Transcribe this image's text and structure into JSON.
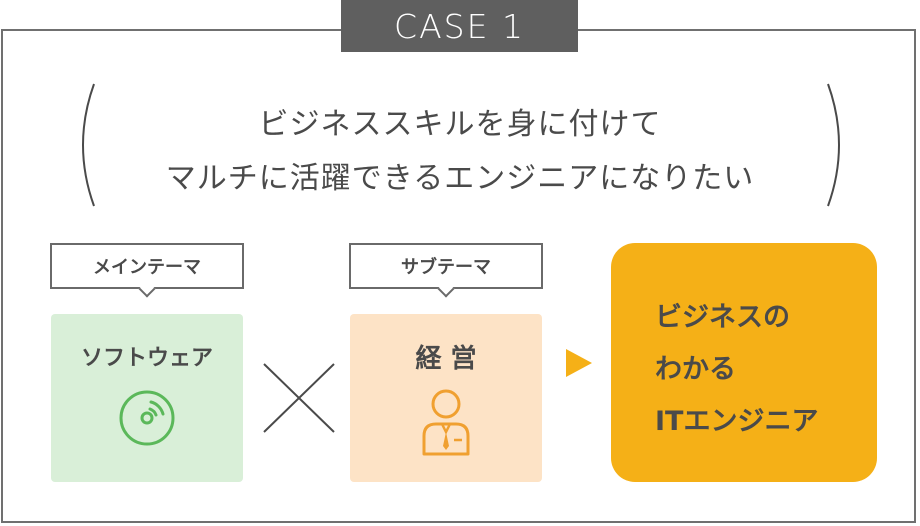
{
  "case_label": "CASE 1",
  "goal": {
    "line1": "ビジネススキルを身に付けて",
    "line2": "マルチに活躍できるエンジニアになりたい"
  },
  "main_theme": {
    "bubble": "メインテーマ",
    "label": "ソフトウェア",
    "icon": "cd-disc-icon",
    "color": "#d9efd8"
  },
  "sub_theme": {
    "bubble": "サブテーマ",
    "label": "経 営",
    "icon": "businessperson-icon",
    "color": "#fde3c6"
  },
  "result": {
    "line1": "ビジネスの",
    "line2": "わかる",
    "line3": "ITエンジニア",
    "color": "#f5b017"
  },
  "colors": {
    "frame": "#707070",
    "tab": "#5f5f5f",
    "accent_icon_green": "#5bb85a",
    "accent_icon_orange": "#f0a030",
    "arrow": "#f5b017"
  }
}
